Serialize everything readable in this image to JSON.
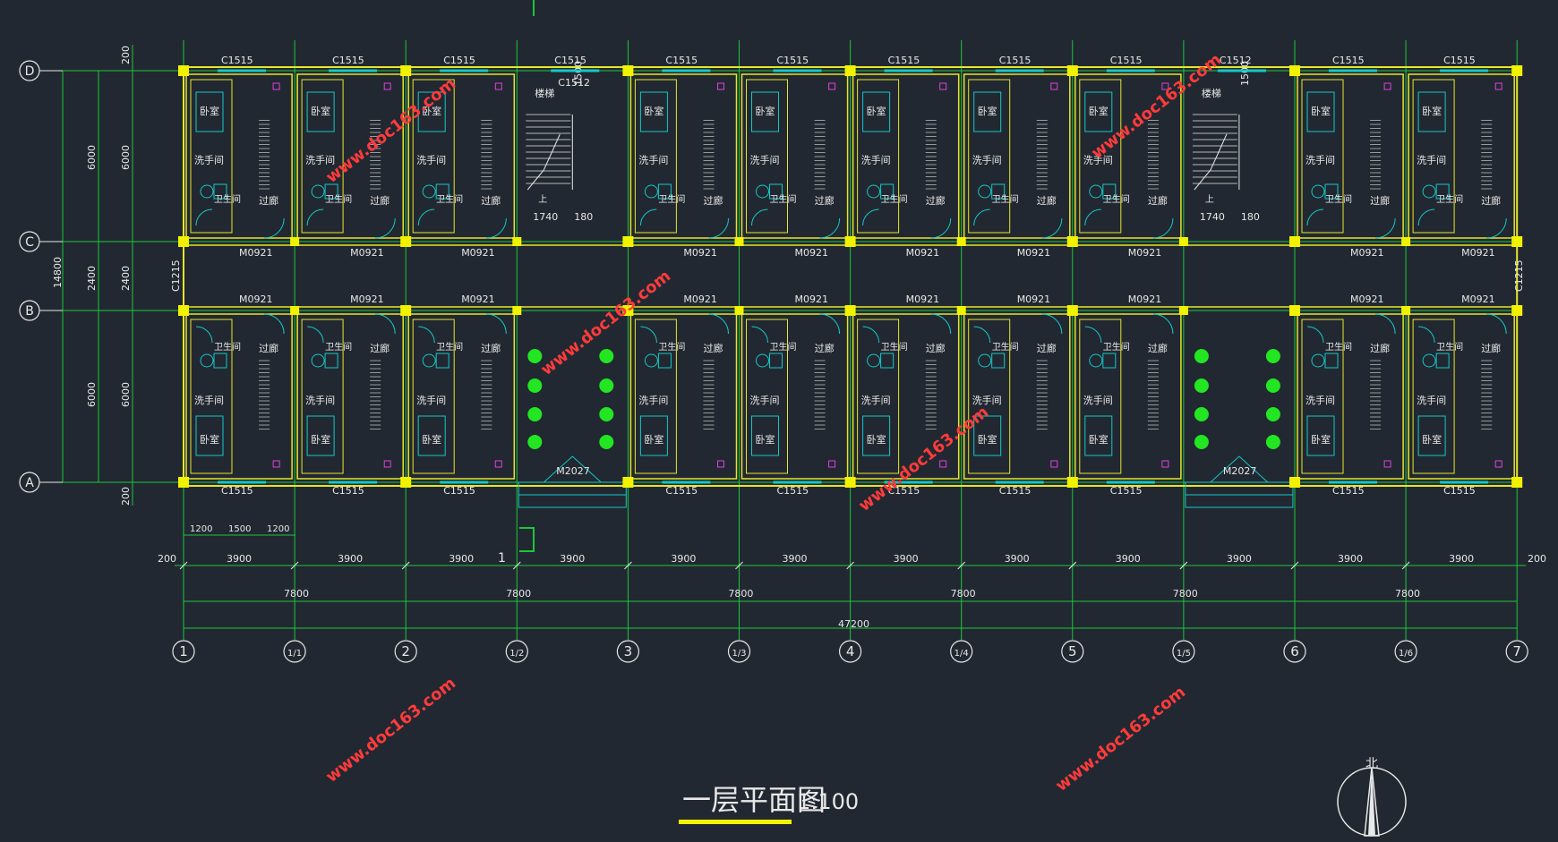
{
  "title": "一层平面图",
  "scale": "1:100",
  "north_label": "北",
  "watermark": "www.doc163.com",
  "section_mark": "1",
  "axes_rows": [
    "D",
    "C",
    "B",
    "A"
  ],
  "axes_cols": [
    "1",
    "1/1",
    "2",
    "1/2",
    "3",
    "1/3",
    "4",
    "1/4",
    "5",
    "1/5",
    "6",
    "1/6",
    "7"
  ],
  "dims": {
    "bay": "3900",
    "double_bay": "7800",
    "total": "47200",
    "edge": "200",
    "room_depth": "6000",
    "corridor": "2400",
    "total_depth": "14800",
    "win_left": "1200",
    "win_mid": "1500",
    "win_right": "1200",
    "stair_width": "1740",
    "stair_small": "180",
    "stair_run": "1500"
  },
  "labels": {
    "window_main": "C1515",
    "window_stair": "C1512",
    "window_stair_small": "C1512",
    "window_end": "C1215",
    "door_room": "M0921",
    "door_entry": "M2027",
    "stair": "楼梯",
    "stair_up": "上"
  },
  "room_labels": {
    "bedroom": "卧室",
    "washroom": "洗手间",
    "toilet": "卫生间",
    "corridor": "过廊"
  },
  "colors": {
    "background": "#222831",
    "grid": "#19c83a",
    "wall": "#e6e62a",
    "column": "#f2f200",
    "fixture": "#14c8c8",
    "tree": "#22e622",
    "watermark": "#ff3b3b"
  }
}
